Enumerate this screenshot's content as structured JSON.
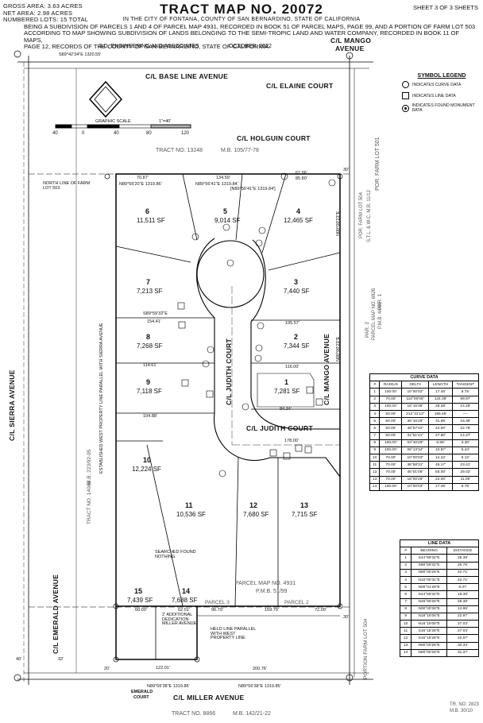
{
  "header": {
    "gross_area": "GROSS AREA: 3.63 ACRES",
    "net_area": "NET AREA: 2.98 ACRES",
    "numbered_lots": "NUMBERED LOTS: 15 TOTAL",
    "title": "TRACT MAP NO. 20072",
    "sheet": "SHEET 3 OF 3 SHEETS",
    "city_line": "IN THE CITY OF FONTANA, COUNTY OF SAN BERNARDINO, STATE OF CALIFORNIA",
    "desc1": "BEING A SUBDIVISION OF PARCELS 1 AND 4 OF PARCEL MAP 4931, RECORDED IN BOOK 51 OF PARCEL MAPS, PAGE 99, AND A PORTION OF FARM LOT 503",
    "desc2": "ACCORDING TO MAP SHOWING SUBDIVISION OF LANDS BELONGING TO THE SEMI-TROPIC LAND AND WATER COMPANY, RECORDED IN BOOK 11 OF MAPS,",
    "desc3": "PAGE 12, RECORDS OF THE COUNTY OF SAN BERNARDINO, STATE OF CALIFORNIA.",
    "engineer": "S.D. ENGINEERING AND ASSOCIATES",
    "date": "OCTOBER, 2022"
  },
  "streets": {
    "base_line": "C/L BASE LINE AVENUE",
    "elaine": "C/L ELAINE COURT",
    "holguin": "C/L HOLGUIN COURT",
    "mango_top": "C/L MANGO",
    "mango_top2": "AVENUE",
    "mango": "C/L MANGO AVENUE",
    "judith_court": "C/L JUDITH COURT",
    "judith_court_v": "C/L JUDITH COURT",
    "sierra": "C/L SIERRA AVENUE",
    "emerald": "C/L EMERALD AVENUE",
    "emerald_court": "EMERALD",
    "emerald_court2": "COURT",
    "miller": "C/L MILLER AVENUE"
  },
  "legend": {
    "title": "SYMBOL LEGEND",
    "curve": "INDICATES CURVE DATA",
    "line": "INDICATES LINE DATA",
    "monument": "INDICATES FOUND MONUMENT DATA"
  },
  "scale": {
    "label": "GRAPHIC SCALE",
    "ratio": "1\"=40'",
    "ticks": [
      "40",
      "0",
      "40",
      "80",
      "120"
    ]
  },
  "lots": [
    {
      "num": "1",
      "area": "7,281 SF"
    },
    {
      "num": "2",
      "area": "7,344 SF"
    },
    {
      "num": "3",
      "area": "7,440 SF"
    },
    {
      "num": "4",
      "area": "12,465 SF"
    },
    {
      "num": "5",
      "area": "9,014 SF"
    },
    {
      "num": "6",
      "area": "11,511 SF"
    },
    {
      "num": "7",
      "area": "7,213 SF"
    },
    {
      "num": "8",
      "area": "7,268 SF"
    },
    {
      "num": "9",
      "area": "7,118 SF"
    },
    {
      "num": "10",
      "area": "12,224 SF"
    },
    {
      "num": "11",
      "area": "10,536 SF"
    },
    {
      "num": "12",
      "area": "7,680 SF"
    },
    {
      "num": "13",
      "area": "7,715 SF"
    },
    {
      "num": "14",
      "area": "7,688 SF"
    },
    {
      "num": "15",
      "area": "7,439 SF"
    }
  ],
  "labels": {
    "tract_13248": "TRACT NO. 13248",
    "mb_105": "M.B. 105/77-78",
    "por_farm_lot_501": "POR. FARM LOT 501",
    "por_farm_lot_504": "POR. FARM LOT 504",
    "stw_mb_11_12": "S.T.L. & W.C. M.B. 11/12",
    "parcel_map_4931": "PARCEL MAP NO. 4931",
    "pmb_51_99": "P.M.B. 51/99",
    "parcel_3": "PARCEL 3",
    "parcel_2": "PARCEL 2",
    "tract_14068": "TRACT NO. 14068",
    "mb_223": "M.B. 223/92-95",
    "tract_8866": "TRACT NO. 8866",
    "mb_142": "M.B. 142/21-22",
    "tr_2823": "TR. NO. 2823",
    "mb_30": "M.B. 30/10",
    "portion_farm_504": "PORTION FARM LOT 504",
    "north_line_503": "NORTH LINE OF FARM LOT 503",
    "dedication": "2' ADDITIONAL DEDICATION MILLER AVENUE",
    "held_line": "HELD LINE PARALLEL WITH WEST PROPERTY LINE",
    "searched": "SEARCHED FOUND NOTHING",
    "estab_line": "ESTABLISHED WEST PROPERTY LINE PARALLEL WITH SIERRA AVENUE",
    "par1": "PAR. 1",
    "par2": "PAR. 2",
    "pm_6826": "PARCEL MAP NO. 6826",
    "pmb_44": "P.M.B. 44/65"
  },
  "dims": {
    "top_bearing": "S89°42'34\"E 1320.55'",
    "b1": "N89°56'20\"E 1319.86'",
    "b2": "N89°56'41\"E 1319.84'",
    "b3": "[N89°56'41\"E 1319.84']",
    "bot1": "N89°56'38\"E 1319.86'",
    "bot2": "N89°56'38\"E 1319.85'",
    "mango_ne": "N00°00'23\"E",
    "mango_n": "N00°00'23\"E",
    "lot_line_1": "S89°59'32\"E",
    "lot_line_2": "N89°56'41\"E",
    "d_154": "154.41'",
    "d_114": "114.61'",
    "d_104": "104.88'",
    "d_84": "84.34'",
    "d_105": "105.57'",
    "d_116": "116.00'",
    "d_178": "178.00'",
    "d_200": "200.76'",
    "d_122": "122.01'",
    "d_60": "60.00'",
    "d_62": "62.01'",
    "d_96": "96.79'",
    "d_159": "159.79'",
    "d_72": "72.00'",
    "d_70": "70.87'",
    "d_134": "134.59'",
    "d_67": "67.96'",
    "d_85": "85.80'",
    "d_30": "30'",
    "d_40": "40'",
    "d_20": "20'",
    "d_32": "32'"
  },
  "curve_table": {
    "title": "CURVE DATA",
    "headers": [
      "#",
      "RADIUS",
      "DELTA",
      "LENGTH",
      "TANGENT"
    ],
    "rows": [
      [
        "1",
        "100.00'",
        "10°00'02\"",
        "17.45'",
        "8.75'"
      ],
      [
        "2",
        "70.00'",
        "110°00'05\"",
        "134.39'",
        "99.97'"
      ],
      [
        "3",
        "100.00'",
        "16°15'36\"",
        "28.38'",
        "14.29'"
      ],
      [
        "4",
        "50.00'",
        "212°31'13\"",
        "185.46'",
        "----"
      ],
      [
        "5",
        "50.00'",
        "36°16'25\"",
        "31.65'",
        "16.38'"
      ],
      [
        "6",
        "50.00'",
        "48°57'42\"",
        "42.00'",
        "22.76'"
      ],
      [
        "7",
        "50.00'",
        "31°51'41\"",
        "27.80'",
        "14.27'"
      ],
      [
        "8",
        "100.00'",
        "03°46'29\"",
        "6.59'",
        "3.30'"
      ],
      [
        "9",
        "100.00'",
        "06°13'34\"",
        "10.87'",
        "5.44'"
      ],
      [
        "10",
        "70.00'",
        "10°00'03\"",
        "12.22'",
        "6.12'"
      ],
      [
        "11",
        "70.00'",
        "36°58'31\"",
        "45.17'",
        "23.41'"
      ],
      [
        "12",
        "70.00'",
        "45°01'05\"",
        "55.00'",
        "29.02'"
      ],
      [
        "13",
        "70.00'",
        "18°00'26\"",
        "22.00'",
        "11.09'"
      ],
      [
        "14",
        "100.00'",
        "10°00'03\"",
        "17.45'",
        "8.75'"
      ]
    ]
  },
  "line_table": {
    "title": "LINE DATA",
    "headers": [
      "#",
      "BEARING",
      "DISTANCE"
    ],
    "rows": [
      [
        "1",
        "S44°59'32\"E",
        "26.38'"
      ],
      [
        "2",
        "S89°59'32\"E",
        "25.76'"
      ],
      [
        "3",
        "N80°00'26\"E",
        "42.71'"
      ],
      [
        "4",
        "N10°00'31\"E",
        "42.71'"
      ],
      [
        "5",
        "N00°01'28\"E",
        "8.37'"
      ],
      [
        "6",
        "S44°59'32\"E",
        "18.38'"
      ],
      [
        "7",
        "N45°59'26\"E",
        "26.38'"
      ],
      [
        "8",
        "N00°00'28\"E",
        "14.95'"
      ],
      [
        "9",
        "N16°15'05\"E",
        "22.97'"
      ],
      [
        "10",
        "N16°15'05\"E",
        "27.03'"
      ],
      [
        "11",
        "S16°15'28\"E",
        "27.03'"
      ],
      [
        "12",
        "S16°15'28\"E",
        "22.97'"
      ],
      [
        "13",
        "N80°00'26\"E",
        "32.34'"
      ],
      [
        "14",
        "N80°00'26\"E",
        "31.37'"
      ]
    ]
  }
}
